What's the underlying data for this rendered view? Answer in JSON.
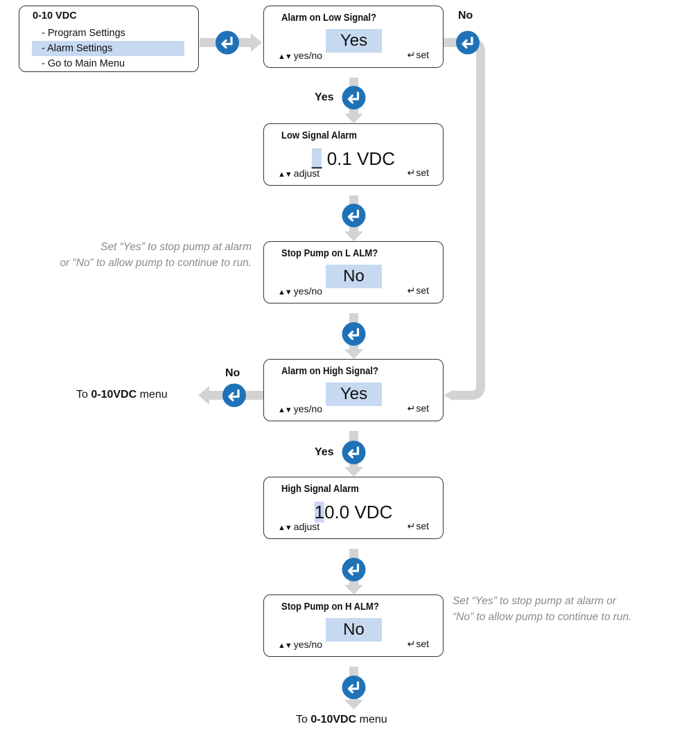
{
  "menu": {
    "title": "0-10 VDC",
    "items": [
      "- Program Settings",
      "- Alarm Settings",
      "- Go to Main Menu"
    ],
    "selected_index": 1
  },
  "screens": {
    "alarm_low": {
      "title": "Alarm on Low Signal?",
      "value": "Yes",
      "hint": "yes/no",
      "set": "set"
    },
    "low_alarm": {
      "title": "Low Signal Alarm",
      "cursor": "_",
      "value": " 0.1 VDC",
      "hint": "adjust",
      "set": "set"
    },
    "stop_low": {
      "title": "Stop Pump on L ALM?",
      "value": "No",
      "hint": "yes/no",
      "set": "set"
    },
    "alarm_high": {
      "title": "Alarm on High Signal?",
      "value": "Yes",
      "hint": "yes/no",
      "set": "set"
    },
    "high_alarm": {
      "title": "High Signal Alarm",
      "cursor": "1",
      "value": "0.0 VDC",
      "hint": "adjust",
      "set": "set"
    },
    "stop_high": {
      "title": "Stop Pump on H ALM?",
      "value": "No",
      "hint": "yes/no",
      "set": "set"
    }
  },
  "labels": {
    "no_top": "No",
    "yes_1": "Yes",
    "no_high": "No",
    "yes_2": "Yes"
  },
  "notes": {
    "low_line1": "Set “Yes” to stop pump at alarm",
    "low_line2": "or “No” to allow pump to continue to run.",
    "high_line1": "Set “Yes” to stop pump at alarm or",
    "high_line2": "“No” to allow pump to continue to run."
  },
  "destinations": {
    "to_prefix": "To",
    "menu_name": "0-10VDC",
    "menu_suffix": "menu"
  },
  "glyphs": {
    "up_down": "▲▼",
    "return": "↵"
  },
  "colors": {
    "enter_button": "#1f72b8",
    "highlight": "#c6d9f1",
    "arrow": "#d3d3d3",
    "note": "#8a8a8a"
  }
}
